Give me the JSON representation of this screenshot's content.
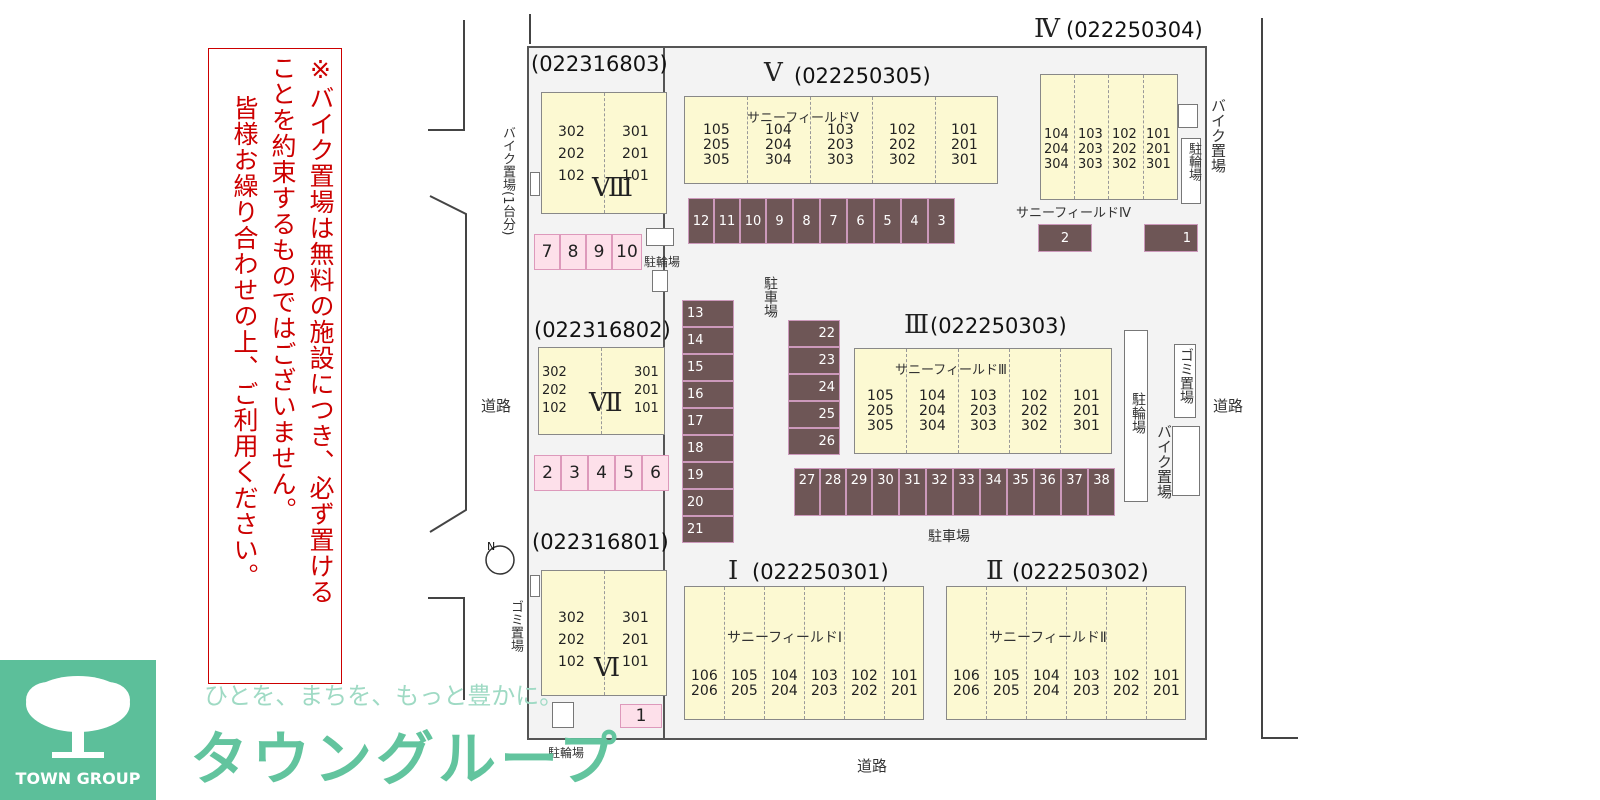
{
  "notice": {
    "lines": [
      "※バイク置場は無料の施設につき、必ず置ける",
      "ことを約束するものではございません。",
      "皆様お繰り合わせの上、ご利用ください。"
    ]
  },
  "roads": {
    "left": "道路",
    "right": "道路",
    "bottom": "道路"
  },
  "buildings": {
    "viii": {
      "roman": "Ⅷ",
      "code": "(022316803)",
      "units": [
        [
          "302",
          "202",
          "102"
        ],
        [
          "301",
          "201",
          "101"
        ]
      ]
    },
    "vii": {
      "roman": "Ⅶ",
      "code": "(022316802)",
      "units": [
        [
          "302",
          "202",
          "102"
        ],
        [
          "301",
          "201",
          "101"
        ]
      ]
    },
    "vi": {
      "roman": "Ⅵ",
      "code": "(022316801)",
      "units": [
        [
          "302",
          "202",
          "102"
        ],
        [
          "301",
          "201",
          "101"
        ]
      ]
    },
    "v": {
      "roman": "Ⅴ",
      "code": "(022250305)",
      "name": "サニーフィールドⅤ",
      "units": [
        "105\n205\n305",
        "104\n204\n304",
        "103\n203\n303",
        "102\n202\n302",
        "101\n201\n301"
      ]
    },
    "iv": {
      "roman": "Ⅳ",
      "code": "(022250304)",
      "name": "サニーフィールドⅣ",
      "units": [
        "104\n204\n304",
        "103\n203\n303",
        "102\n202\n302",
        "101\n201\n301"
      ]
    },
    "iii": {
      "roman": "Ⅲ",
      "code": "(022250303)",
      "name": "サニーフィールドⅢ",
      "units": [
        "105\n205\n305",
        "104\n204\n304",
        "103\n203\n303",
        "102\n202\n302",
        "101\n201\n301"
      ]
    },
    "i": {
      "roman": "Ⅰ",
      "code": "(022250301)",
      "name": "サニーフィールドⅠ",
      "units": [
        "106\n206",
        "105\n205",
        "104\n204",
        "103\n203",
        "102\n202",
        "101\n201"
      ]
    },
    "ii": {
      "roman": "Ⅱ",
      "code": "(022250302)",
      "name": "サニーフィールドⅡ",
      "units": [
        "106\n206",
        "105\n205",
        "104\n204",
        "103\n203",
        "102\n202",
        "101\n201"
      ]
    }
  },
  "parking": {
    "row_top": [
      "12",
      "11",
      "10",
      "9",
      "8",
      "7",
      "6",
      "5",
      "4",
      "3"
    ],
    "iv_left": "2",
    "iv_right": "1",
    "col_left": [
      "13",
      "14",
      "15",
      "16",
      "17",
      "18",
      "19",
      "20",
      "21"
    ],
    "col_mid": [
      "22",
      "23",
      "24",
      "25",
      "26"
    ],
    "row_bottom": [
      "27",
      "28",
      "29",
      "30",
      "31",
      "32",
      "33",
      "34",
      "35",
      "36",
      "37",
      "38"
    ],
    "pink_top": [
      "7",
      "8",
      "9",
      "10"
    ],
    "pink_mid": [
      "2",
      "3",
      "4",
      "5",
      "6"
    ],
    "pink_bottom": "1",
    "label_top": "駐車場",
    "label_bottom": "駐車場"
  },
  "facilities": {
    "bike_left": "バイク置場(1台分)",
    "bicycle_top": "駐輪場",
    "bicycle_bottom": "駐輪場",
    "bike_iv": "バイク置場",
    "bicycle_iv": "駐輪場",
    "garbage_iii": "ゴミ置場",
    "bicycle_iii": "駐輪場",
    "bike_iii": "バイク置場",
    "garbage_left": "ゴミ置場"
  },
  "compass": "N",
  "brand": {
    "slogan": "ひとを、まちを、もっと豊かに。",
    "name": "タウングループ",
    "logo_text": "TOWN GROUP"
  },
  "colors": {
    "notice": "#cc0000",
    "parking": "#6e5656",
    "pink": "#fde0ea",
    "building": "#fcf9d2",
    "brand": "#5cbf9a"
  }
}
